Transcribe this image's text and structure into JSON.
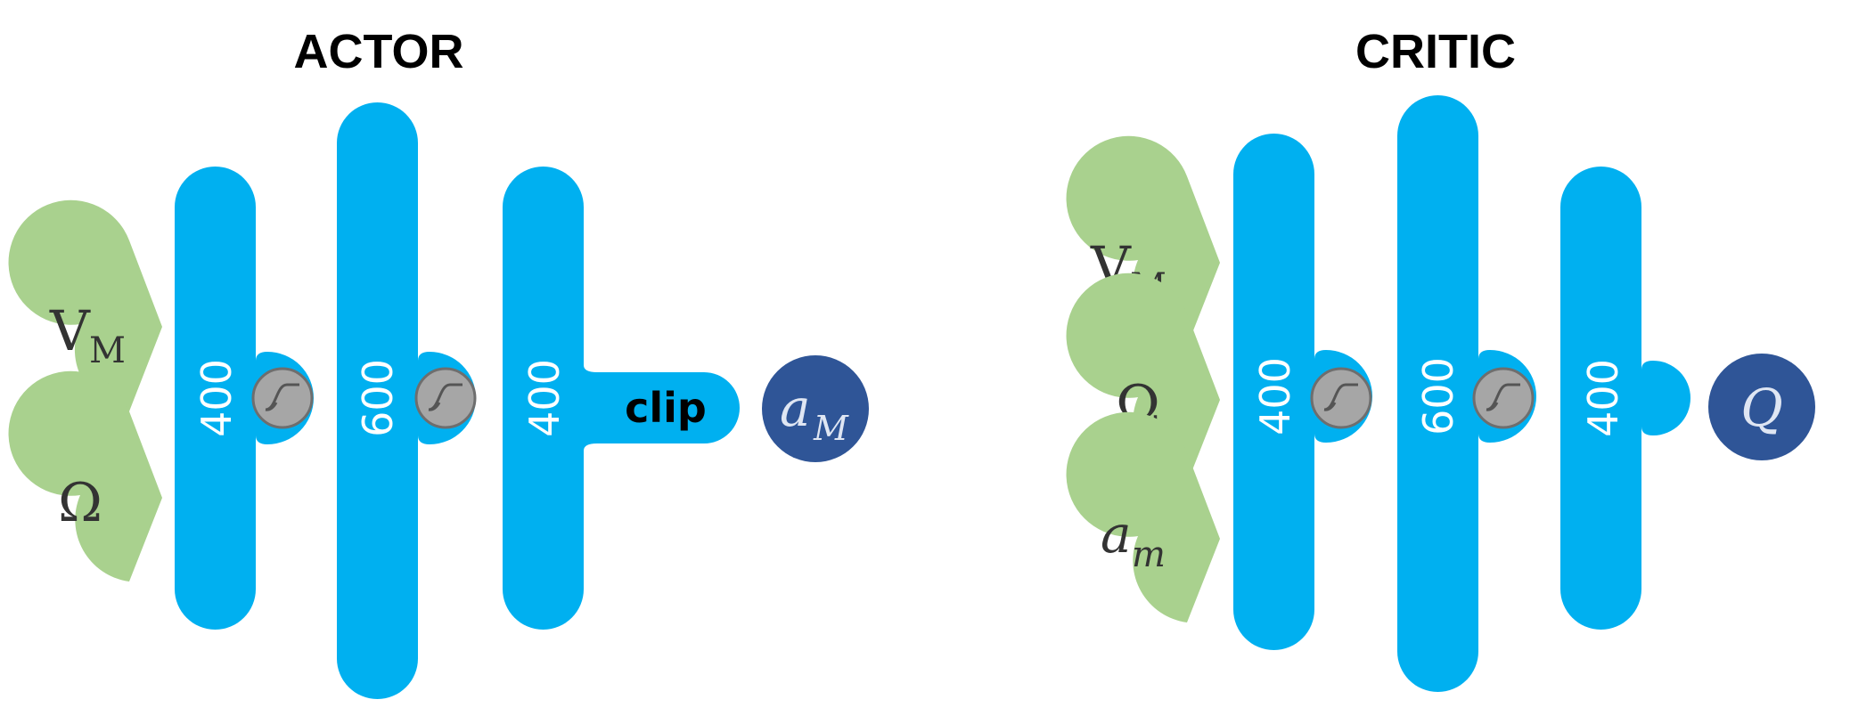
{
  "colors": {
    "layer": "#00b0f0",
    "input": "#a9d18e",
    "output": "#2f5597",
    "activation": "#a6a6a6",
    "activation_stroke": "#6e6e6e"
  },
  "actor": {
    "title": "ACTOR",
    "inputs": [
      {
        "symbol": "V",
        "subscript": "M"
      },
      {
        "symbol": "Ω",
        "subscript": ""
      }
    ],
    "layers": [
      "400",
      "600",
      "400"
    ],
    "clip_label": "clip",
    "output": {
      "symbol": "a",
      "subscript": "M"
    },
    "activation_icon": "sigmoid-icon"
  },
  "critic": {
    "title": "CRITIC",
    "inputs": [
      {
        "symbol": "V",
        "subscript": "M"
      },
      {
        "symbol": "Ω",
        "subscript": ""
      },
      {
        "symbol": "a",
        "subscript": "m"
      }
    ],
    "layers": [
      "400",
      "600",
      "400"
    ],
    "output": {
      "symbol": "Q",
      "subscript": ""
    },
    "activation_icon": "sigmoid-icon"
  }
}
